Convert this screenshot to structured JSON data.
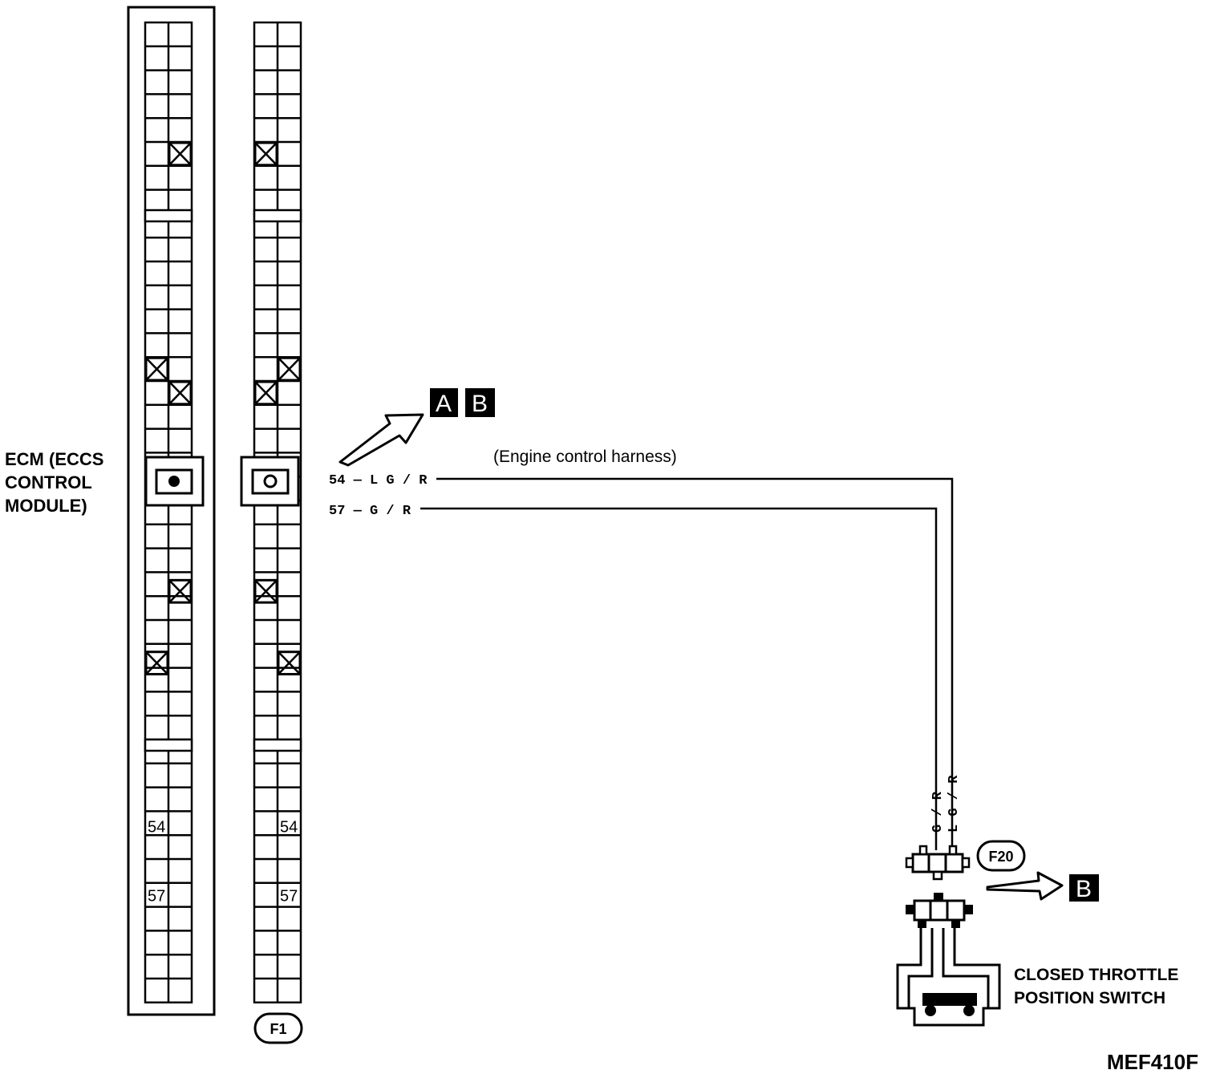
{
  "ecm_label": [
    "ECM (ECCS",
    "CONTROL",
    "MODULE)"
  ],
  "harness_label": "(Engine control harness)",
  "connectors": {
    "f1": "F1",
    "f20": "F20"
  },
  "pins": {
    "p54": "54",
    "p57": "57"
  },
  "wires": {
    "w54": "54 — L G / R",
    "w57": "57 — G / R",
    "vertical_gr": "G / R",
    "vertical_lgr": "L G / R"
  },
  "references": {
    "a": "A",
    "b": "B",
    "b2": "B"
  },
  "switch_label": [
    "CLOSED THROTTLE",
    "POSITION SWITCH"
  ],
  "figure_code": "MEF410F"
}
